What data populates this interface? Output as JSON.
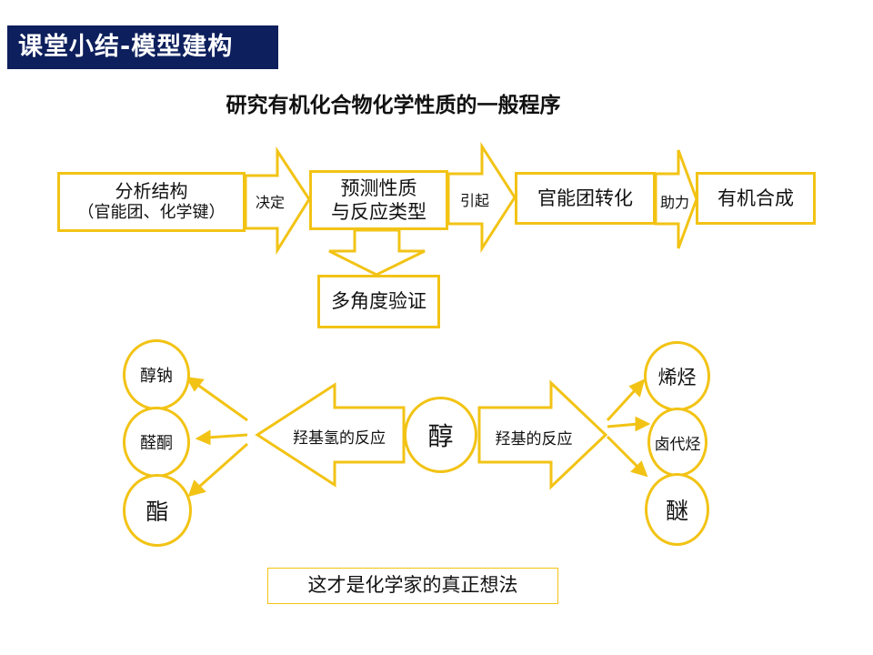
{
  "slide_title": "课堂小结-模型建构",
  "heading": "研究有机化合物化学性质的一般程序",
  "flow": {
    "step1_line1": "分析结构",
    "step1_line2": "（官能团、化学键）",
    "arrow1": "决定",
    "step2_line1": "预测性质",
    "step2_line2": "与反应类型",
    "arrow2": "引起",
    "step3": "官能团转化",
    "arrow3": "助力",
    "step4": "有机合成",
    "verify": "多角度验证"
  },
  "alcohol": {
    "center": "醇",
    "left_arrow": "羟基氢的反应",
    "right_arrow": "羟基的反应",
    "left_products": [
      "醇钠",
      "醛酮",
      "酯"
    ],
    "right_products": [
      "烯烃",
      "卤代烃",
      "醚"
    ]
  },
  "note": "这才是化学家的真正想法",
  "colors": {
    "accent": "#f2c315",
    "title_bg": "#0d1f5c"
  }
}
